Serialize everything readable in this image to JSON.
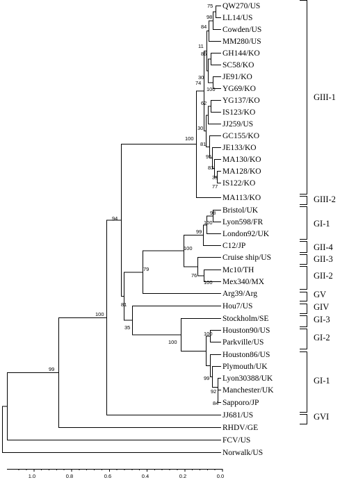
{
  "taxa": [
    "QW270/US",
    "LL14/US",
    "Cowden/US",
    "MM280/US",
    "GH144/KO",
    "SC58/KO",
    "JE91/KO",
    "YG69/KO",
    "YG137/KO",
    "IS123/KO",
    "JJ259/US",
    "GC155/KO",
    "JE133/KO",
    "MA130/KO",
    "MA128/KO",
    "IS122/KO",
    "MA113/KO",
    "Bristol/UK",
    "Lyon598/FR",
    "London92/UK",
    "C12/JP",
    "Cruise ship/US",
    "Mc10/TH",
    "Mex340/MX",
    "Arg39/Arg",
    "Hou7/US",
    "Stockholm/SE",
    "Houston90/US",
    "Parkville/US",
    "Houston86/US",
    "Plymouth/UK",
    "Lyon30388/UK",
    "Manchester/UK",
    "Sapporo/JP",
    "JJ681/US",
    "RHDV/GE",
    "FCV/US",
    "Norwalk/US"
  ],
  "bootstrap": [
    "75",
    "98",
    "84",
    "11",
    "86",
    "30",
    "74",
    "100",
    "62",
    "30",
    "81",
    "95",
    "83",
    "39",
    "77",
    "100",
    "98",
    "100",
    "99",
    "100",
    "76",
    "100",
    "79",
    "94",
    "81",
    "35",
    "100",
    "100",
    "99",
    "92",
    "84",
    "100",
    "99"
  ],
  "groups": [
    "GIII-1",
    "GIII-2",
    "GI-1",
    "GII-4",
    "GII-3",
    "GII-2",
    "GV",
    "GIV",
    "GI-3",
    "GI-2",
    "GI-1",
    "GVI"
  ],
  "axis": {
    "ticks": [
      "1.0",
      "0.8",
      "0.6",
      "0.4",
      "0.2",
      "0.0"
    ]
  }
}
